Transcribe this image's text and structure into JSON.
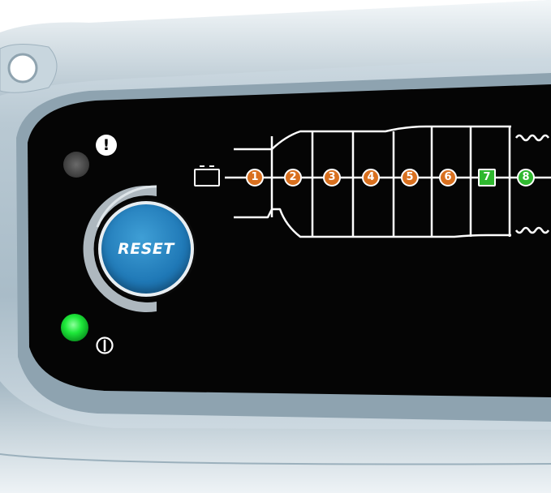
{
  "reset": {
    "label": "RESET"
  },
  "indicators": {
    "error_symbol": "!",
    "error_led_color": "#3a3a3a",
    "power_led_color": "#1ee83a"
  },
  "steps": [
    {
      "label": "1",
      "color": "#d9701f"
    },
    {
      "label": "2",
      "color": "#d9701f"
    },
    {
      "label": "3",
      "color": "#d9701f"
    },
    {
      "label": "4",
      "color": "#d9701f"
    },
    {
      "label": "5",
      "color": "#d9701f"
    },
    {
      "label": "6",
      "color": "#d9701f"
    },
    {
      "label": "7",
      "color": "#2fb82f"
    },
    {
      "label": "8",
      "color": "#2fb82f"
    }
  ],
  "icons": [
    "battery-icon",
    "alert-icon",
    "power-icon"
  ]
}
